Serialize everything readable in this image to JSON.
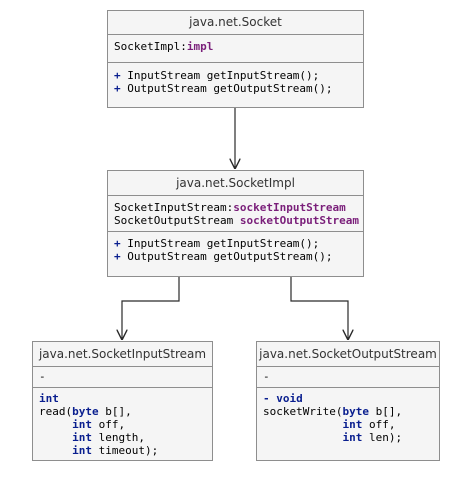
{
  "socket": {
    "title": "java.net.Socket",
    "field_type": "SocketImpl:",
    "field_name": "impl",
    "methods": [
      {
        "vis": "+",
        "text": " InputStream getInputStream();"
      },
      {
        "vis": "+",
        "text": " OutputStream getOutputStream();"
      }
    ]
  },
  "socketimpl": {
    "title": "java.net.SocketImpl",
    "fields": [
      {
        "type": "SocketInputStream:",
        "name": "socketInputStream"
      },
      {
        "type": "SocketOutputStream ",
        "name": "socketOutputStream"
      }
    ],
    "methods": [
      {
        "vis": "+",
        "text": " InputStream getInputStream();"
      },
      {
        "vis": "+",
        "text": " OutputStream getOutputStream();"
      }
    ]
  },
  "inputstream": {
    "title": "java.net.SocketInputStream",
    "fields_placeholder": "-",
    "return_type": "int",
    "method_name": "read(",
    "params": [
      {
        "indent": "",
        "kw": "byte",
        "rest": " b[],"
      },
      {
        "indent": "     ",
        "kw": "int",
        "rest": " off,"
      },
      {
        "indent": "     ",
        "kw": "int",
        "rest": " length,"
      },
      {
        "indent": "     ",
        "kw": "int",
        "rest": " timeout);"
      }
    ]
  },
  "outputstream": {
    "title": "java.net.SocketOutputStream",
    "fields_placeholder": "-",
    "return_vis": "-",
    "return_type": " void",
    "method_name": "socketWrite(",
    "params": [
      {
        "indent": "",
        "kw": "byte",
        "rest": " b[],"
      },
      {
        "indent": "            ",
        "kw": "int",
        "rest": " off,"
      },
      {
        "indent": "            ",
        "kw": "int",
        "rest": " len);"
      }
    ]
  },
  "colors": {
    "box_fill": "#f5f5f5",
    "box_border": "#8e8e8e",
    "keyword": "#0a1f8f",
    "field_highlight": "#7a1f7a",
    "connector": "#2a2a2a"
  }
}
